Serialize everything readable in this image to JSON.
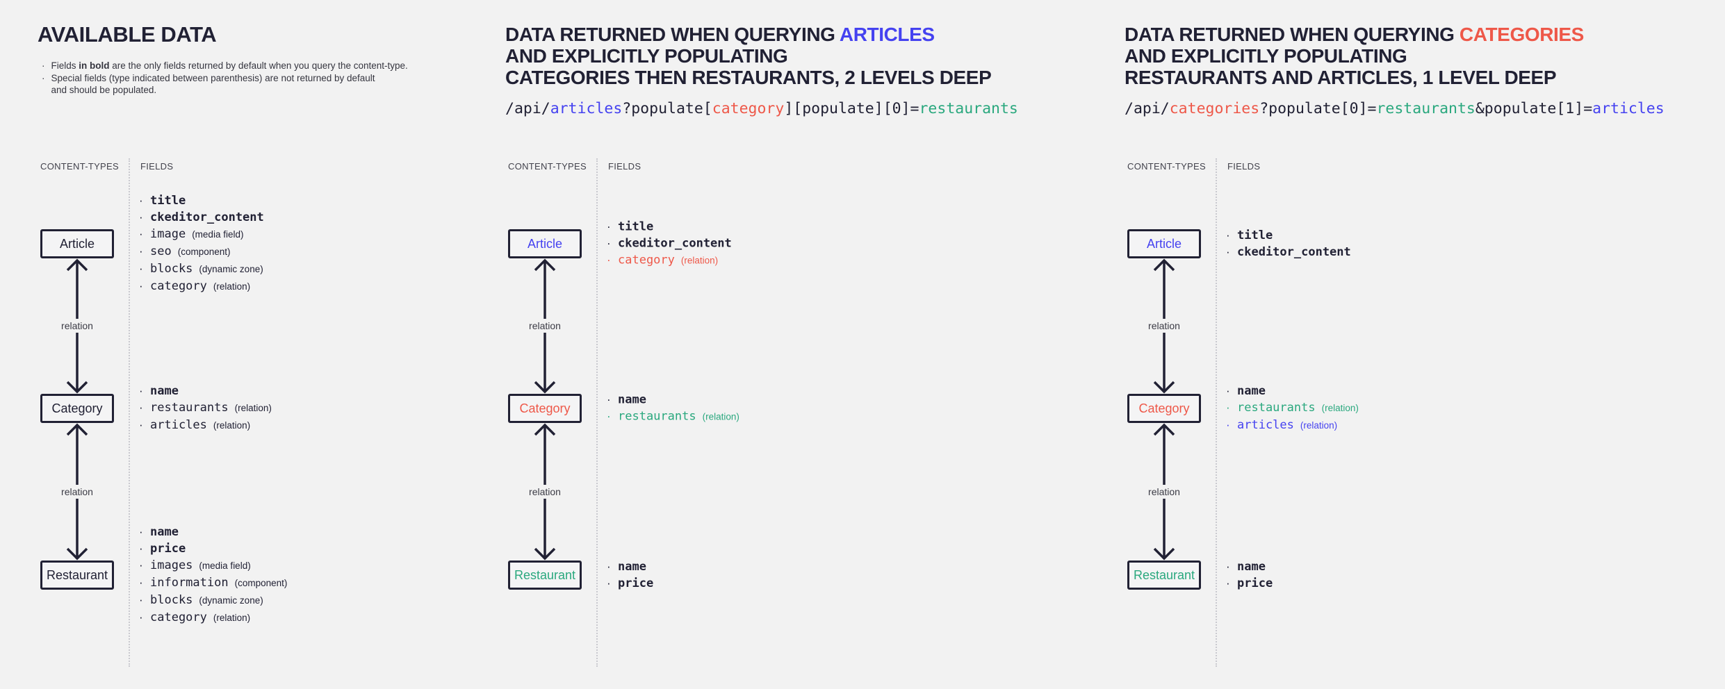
{
  "colors": {
    "background": "#f2f2f2",
    "dark": "#212134",
    "blue": "#4542f0",
    "red": "#ee5849",
    "teal": "#2aa87e",
    "divider": "#c9c9cf",
    "note_text": "#35353f",
    "relation_label_gray": "#3b3b45"
  },
  "panels": [
    {
      "id": "available-data",
      "heading": {
        "lines": [
          [
            {
              "t": "AVAILABLE DATA",
              "c": "dark"
            }
          ]
        ]
      },
      "notes": [
        {
          "segments": [
            {
              "t": "Fields "
            },
            {
              "t": "in bold",
              "b": true
            },
            {
              "t": " are the only fields returned by default when you query the content-type."
            }
          ]
        },
        {
          "segments": [
            {
              "t": "Special fields (type indicated between parenthesis) are not returned by default\nand should be populated."
            }
          ]
        }
      ],
      "api": null,
      "diagram": {
        "content_types_header": "CONTENT-TYPES",
        "fields_header": "FIELDS",
        "relation_label": "relation",
        "nodes": [
          {
            "label": "Article",
            "color": "dark",
            "fields": [
              {
                "name": "title",
                "bold": true,
                "color": "dark"
              },
              {
                "name": "ckeditor_content",
                "bold": true,
                "color": "dark"
              },
              {
                "name": "image",
                "type": "(media field)",
                "color": "dark"
              },
              {
                "name": "seo",
                "type": "(component)",
                "color": "dark"
              },
              {
                "name": "blocks",
                "type": "(dynamic zone)",
                "color": "dark"
              },
              {
                "name": "category",
                "type": "(relation)",
                "color": "dark"
              }
            ]
          },
          {
            "label": "Category",
            "color": "dark",
            "fields": [
              {
                "name": "name",
                "bold": true,
                "color": "dark"
              },
              {
                "name": "restaurants",
                "type": "(relation)",
                "color": "dark"
              },
              {
                "name": "articles",
                "type": "(relation)",
                "color": "dark"
              }
            ]
          },
          {
            "label": "Restaurant",
            "color": "dark",
            "fields": [
              {
                "name": "name",
                "bold": true,
                "color": "dark"
              },
              {
                "name": "price",
                "bold": true,
                "color": "dark"
              },
              {
                "name": "images",
                "type": "(media field)",
                "color": "dark"
              },
              {
                "name": "information",
                "type": "(component)",
                "color": "dark"
              },
              {
                "name": "blocks",
                "type": "(dynamic zone)",
                "color": "dark"
              },
              {
                "name": "category",
                "type": "(relation)",
                "color": "dark"
              }
            ]
          }
        ]
      }
    },
    {
      "id": "query-articles",
      "heading": {
        "lines": [
          [
            {
              "t": "DATA RETURNED WHEN QUERYING ",
              "c": "dark"
            },
            {
              "t": "ARTICLES",
              "c": "blue"
            }
          ],
          [
            {
              "t": "AND EXPLICITLY POPULATING",
              "c": "dark"
            }
          ],
          [
            {
              "t": "CATEGORIES THEN RESTAURANTS, 2 LEVELS DEEP",
              "c": "dark"
            }
          ]
        ]
      },
      "notes": null,
      "api": [
        {
          "t": "/api/",
          "c": "dark"
        },
        {
          "t": "articles",
          "c": "blue"
        },
        {
          "t": "?populate[",
          "c": "dark"
        },
        {
          "t": "category",
          "c": "red"
        },
        {
          "t": "][populate][0]=",
          "c": "dark"
        },
        {
          "t": "restaurants",
          "c": "teal"
        }
      ],
      "diagram": {
        "content_types_header": "CONTENT-TYPES",
        "fields_header": "FIELDS",
        "relation_label": "relation",
        "nodes": [
          {
            "label": "Article",
            "color": "blue",
            "fields": [
              {
                "name": "title",
                "bold": true,
                "color": "dark"
              },
              {
                "name": "ckeditor_content",
                "bold": true,
                "color": "dark"
              },
              {
                "name": "category",
                "type": "(relation)",
                "color": "red"
              }
            ]
          },
          {
            "label": "Category",
            "color": "red",
            "fields": [
              {
                "name": "name",
                "bold": true,
                "color": "dark"
              },
              {
                "name": "restaurants",
                "type": "(relation)",
                "color": "teal"
              }
            ]
          },
          {
            "label": "Restaurant",
            "color": "teal",
            "fields": [
              {
                "name": "name",
                "bold": true,
                "color": "dark"
              },
              {
                "name": "price",
                "bold": true,
                "color": "dark"
              }
            ]
          }
        ]
      }
    },
    {
      "id": "query-categories",
      "heading": {
        "lines": [
          [
            {
              "t": "DATA RETURNED WHEN QUERYING ",
              "c": "dark"
            },
            {
              "t": "CATEGORIES",
              "c": "red"
            }
          ],
          [
            {
              "t": "AND EXPLICITLY POPULATING",
              "c": "dark"
            }
          ],
          [
            {
              "t": "RESTAURANTS AND ARTICLES, 1 LEVEL DEEP",
              "c": "dark"
            }
          ]
        ]
      },
      "notes": null,
      "api": [
        {
          "t": "/api/",
          "c": "dark"
        },
        {
          "t": "categories",
          "c": "red"
        },
        {
          "t": "?populate[0]=",
          "c": "dark"
        },
        {
          "t": "restaurants",
          "c": "teal"
        },
        {
          "t": "&populate[1]=",
          "c": "dark"
        },
        {
          "t": "articles",
          "c": "blue"
        }
      ],
      "diagram": {
        "content_types_header": "CONTENT-TYPES",
        "fields_header": "FIELDS",
        "relation_label": "relation",
        "nodes": [
          {
            "label": "Article",
            "color": "blue",
            "fields": [
              {
                "name": "title",
                "bold": true,
                "color": "dark"
              },
              {
                "name": "ckeditor_content",
                "bold": true,
                "color": "dark"
              }
            ]
          },
          {
            "label": "Category",
            "color": "red",
            "fields": [
              {
                "name": "name",
                "bold": true,
                "color": "dark"
              },
              {
                "name": "restaurants",
                "type": "(relation)",
                "color": "teal"
              },
              {
                "name": "articles",
                "type": "(relation)",
                "color": "blue"
              }
            ]
          },
          {
            "label": "Restaurant",
            "color": "teal",
            "fields": [
              {
                "name": "name",
                "bold": true,
                "color": "dark"
              },
              {
                "name": "price",
                "bold": true,
                "color": "dark"
              }
            ]
          }
        ]
      }
    }
  ]
}
